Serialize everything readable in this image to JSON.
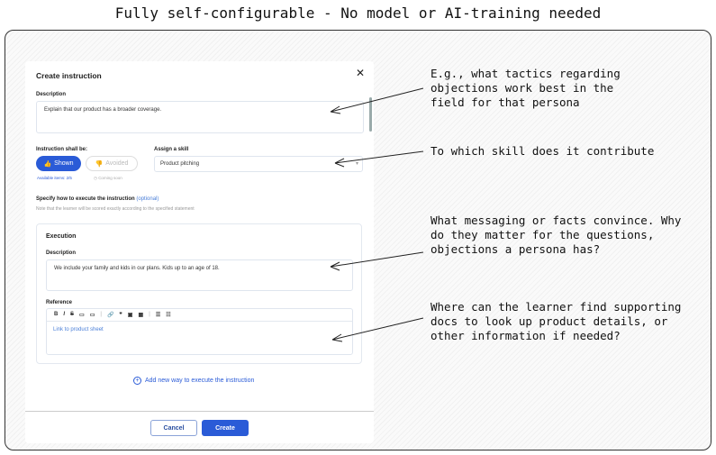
{
  "headline": "Fully self-configurable - No model or AI-training needed",
  "modal": {
    "title": "Create instruction",
    "description_label": "Description",
    "description_value": "Explain that our product has a broader coverage.",
    "instruction_label": "Instruction shall be:",
    "shown": "Shown",
    "avoided": "Avoided",
    "available": "Available items: 2/5",
    "coming_soon": "Coming soon",
    "skill_label": "Assign a skill",
    "skill_value": "Product pitching",
    "specify_label": "Specify how to execute the instruction",
    "optional": "(optional)",
    "specify_note": "Note that the learner will be scored exactly according to the specified statement",
    "execution": {
      "title": "Execution",
      "description_label": "Description",
      "description_value": "We include your family and kids in our plans. Kids up to an age of 18.",
      "reference_label": "Reference",
      "toolbar": [
        "B",
        "I",
        "S",
        "▭",
        "▭",
        "|",
        "🔗",
        "❞",
        "▣",
        "▦",
        "|",
        "☰",
        "☷"
      ],
      "reference_link": "Link to product sheet"
    },
    "add_new": "Add new way to execute the instruction",
    "cancel": "Cancel",
    "create": "Create"
  },
  "annotations": [
    "E.g., what tactics regarding objections work best in the field for that persona",
    "To which skill does it contribute",
    "What messaging or facts convince. Why do they matter for the questions, objections a persona has?",
    "Where can the learner find supporting docs to look up product details, or other information if needed?"
  ],
  "colors": {
    "accent": "#2a5bd7",
    "link": "#4a7fd8"
  }
}
